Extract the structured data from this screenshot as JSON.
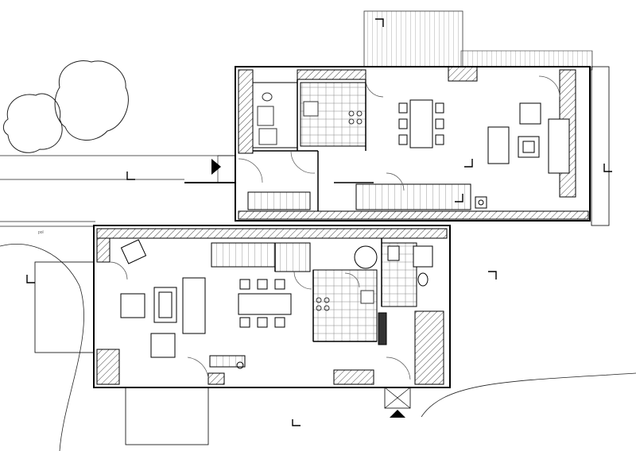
{
  "drawing": {
    "type": "architectural-floor-plan",
    "units": 2,
    "line_color": "#000000",
    "hatch_color": "#444444",
    "background": "#ffffff"
  },
  "unit_upper": {
    "rooms": [
      "bathroom",
      "kitchen",
      "dining",
      "living",
      "hall",
      "staircase"
    ],
    "furniture": {
      "dining_chairs": 6,
      "sofas": 2,
      "armchairs": 2
    }
  },
  "unit_lower": {
    "rooms": [
      "living",
      "dining",
      "kitchen",
      "staircase",
      "bathroom",
      "hall"
    ],
    "furniture": {
      "dining_chairs": 6,
      "sofas": 1,
      "armchairs": 2
    }
  },
  "entrances": [
    "entrance-arrow-upper",
    "entrance-arrow-lower"
  ],
  "section_markers": 8,
  "trees": 2,
  "annotations": {
    "small_left_text": "pol"
  }
}
